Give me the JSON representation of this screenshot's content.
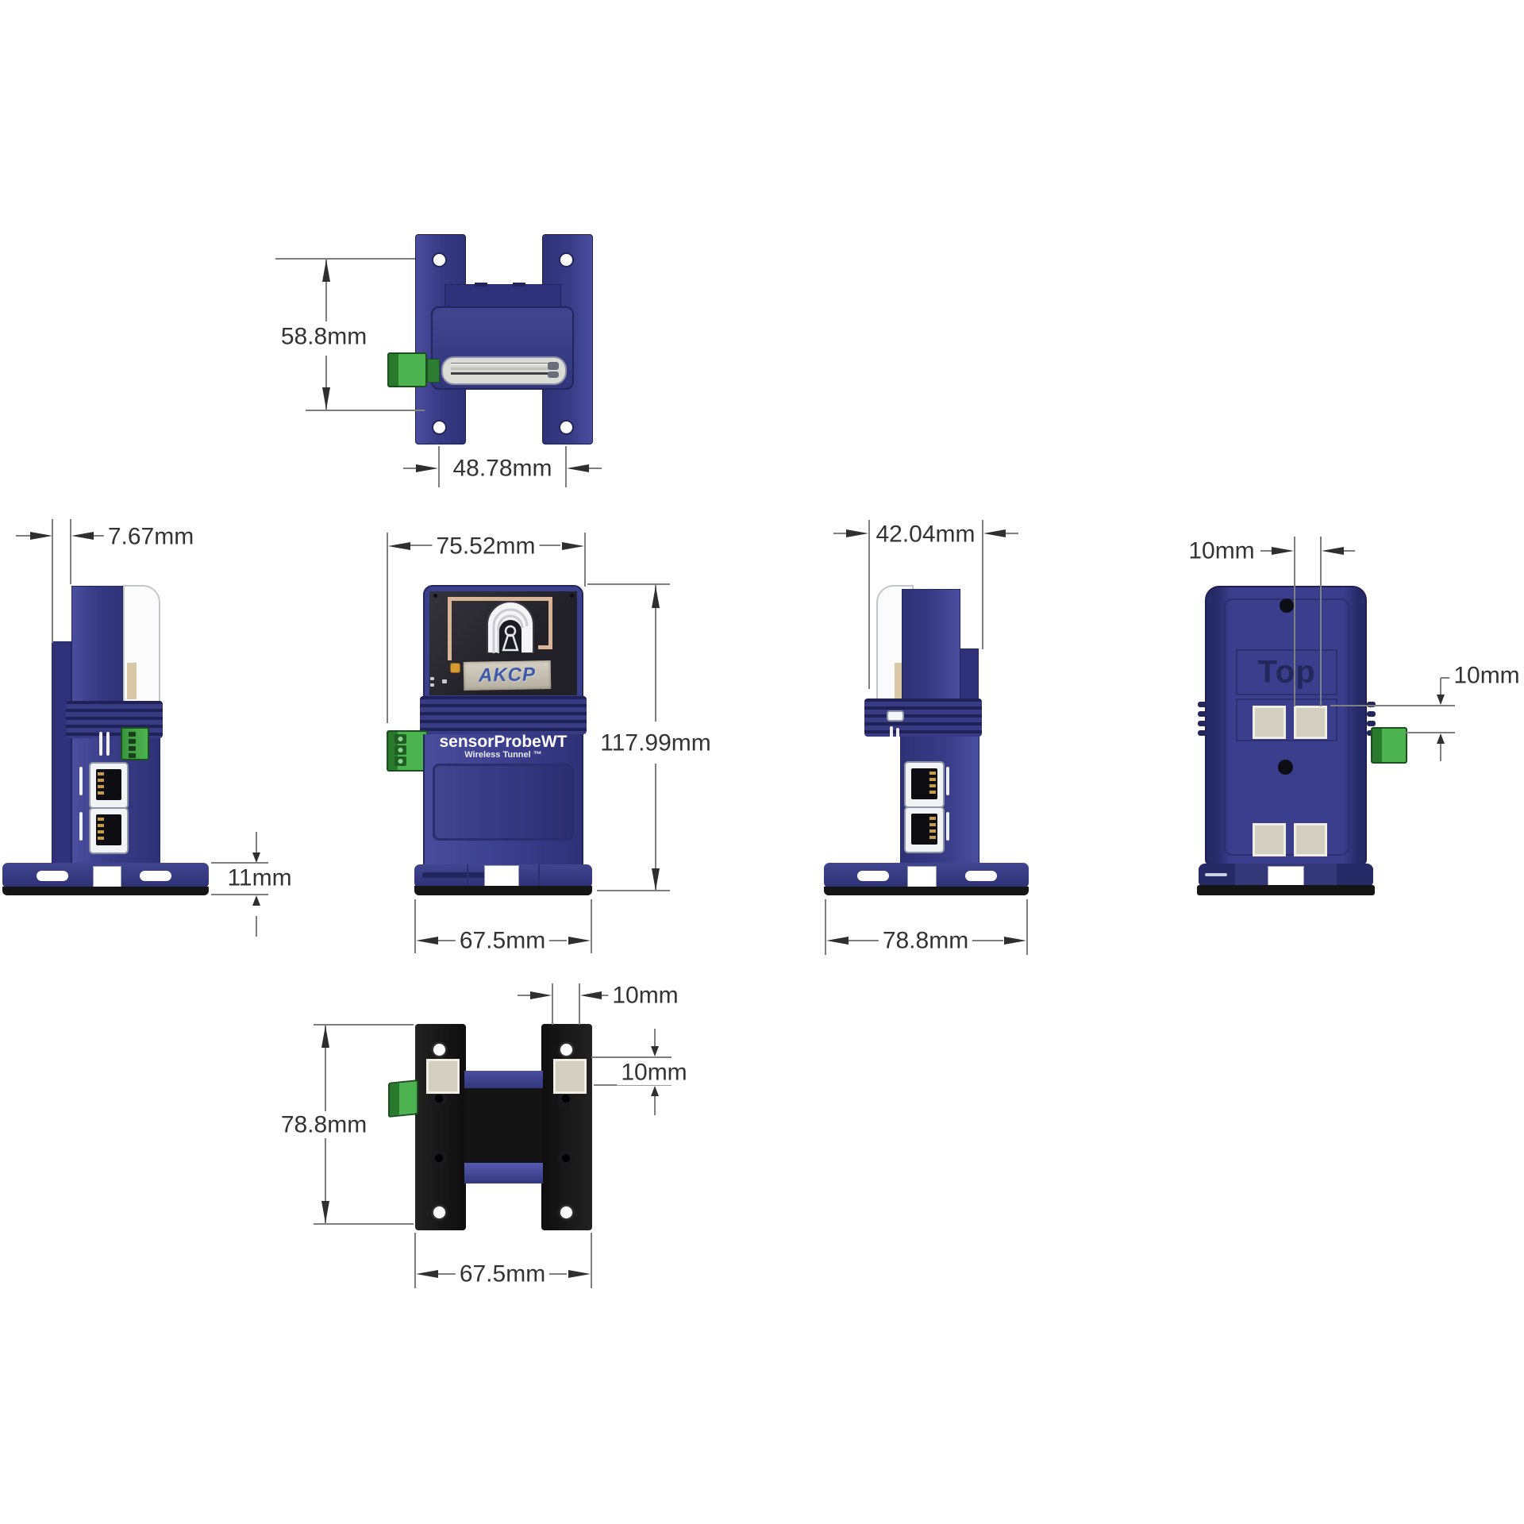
{
  "drawing": {
    "product_front_name": "sensorProbeWT",
    "product_front_subtitle": "Wireless Tunnel ™",
    "brand_logo": "AKCP",
    "back_embossed_text": "Top"
  },
  "dimensions": {
    "top_view": {
      "body_height": "58.8mm",
      "hole_spacing": "48.78mm"
    },
    "left_side_view": {
      "rear_lip_depth": "7.67mm",
      "base_height": "11mm"
    },
    "front_view": {
      "overall_width": "75.52mm",
      "overall_height": "117.99mm",
      "base_width": "67.5mm"
    },
    "right_side_view": {
      "body_depth": "42.04mm",
      "base_depth": "78.8mm"
    },
    "back_view": {
      "magnet_width": "10mm",
      "magnet_height": "10mm"
    },
    "bottom_view": {
      "base_depth": "78.8mm",
      "magnet_width": "10mm",
      "magnet_height": "10mm",
      "base_width": "67.5mm"
    }
  },
  "colors": {
    "device_body_blue": "#3b3f8e",
    "device_body_blue_dark": "#262a66",
    "connector_green": "#4db350",
    "mount_bracket_black": "#161616",
    "antenna_trace_tan": "#d9b497",
    "brand_logo_blue": "#3c59ac",
    "dimension_line_gray": "#7f7f7f",
    "dimension_text": "#333333",
    "background": "#ffffff"
  }
}
